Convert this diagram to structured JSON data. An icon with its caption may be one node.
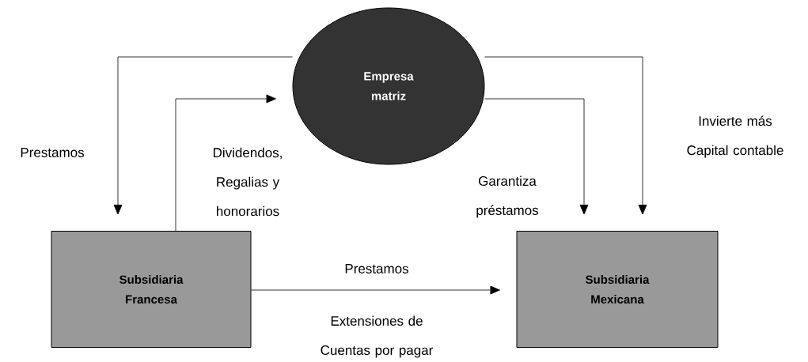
{
  "diagram": {
    "nodes": [
      {
        "text": [
          "Empresa matriz"
        ]
      },
      {
        "text": [
          "Subsidiaria Francesa"
        ]
      },
      {
        "text": [
          "Subsidiaria Mexicana"
        ]
      }
    ],
    "edges": [
      {
        "from": 0,
        "to": 1,
        "arrow": "to",
        "label": "Prestamos"
      },
      {
        "from": 1,
        "to": 0,
        "arrow": "to",
        "label": "Dividendos, Regalias y honorarios"
      },
      {
        "from": 0,
        "to": 2,
        "arrow": "to",
        "label": "Garantiza préstamos"
      },
      {
        "from": 0,
        "to": 2,
        "arrow": "to",
        "label": "Invierte más Capital contable"
      },
      {
        "from": 1,
        "to": 2,
        "arrow": "to",
        "label": "Prestamos"
      }
    ],
    "labels": [
      "Extensiones de Cuentas por pagar"
    ]
  }
}
